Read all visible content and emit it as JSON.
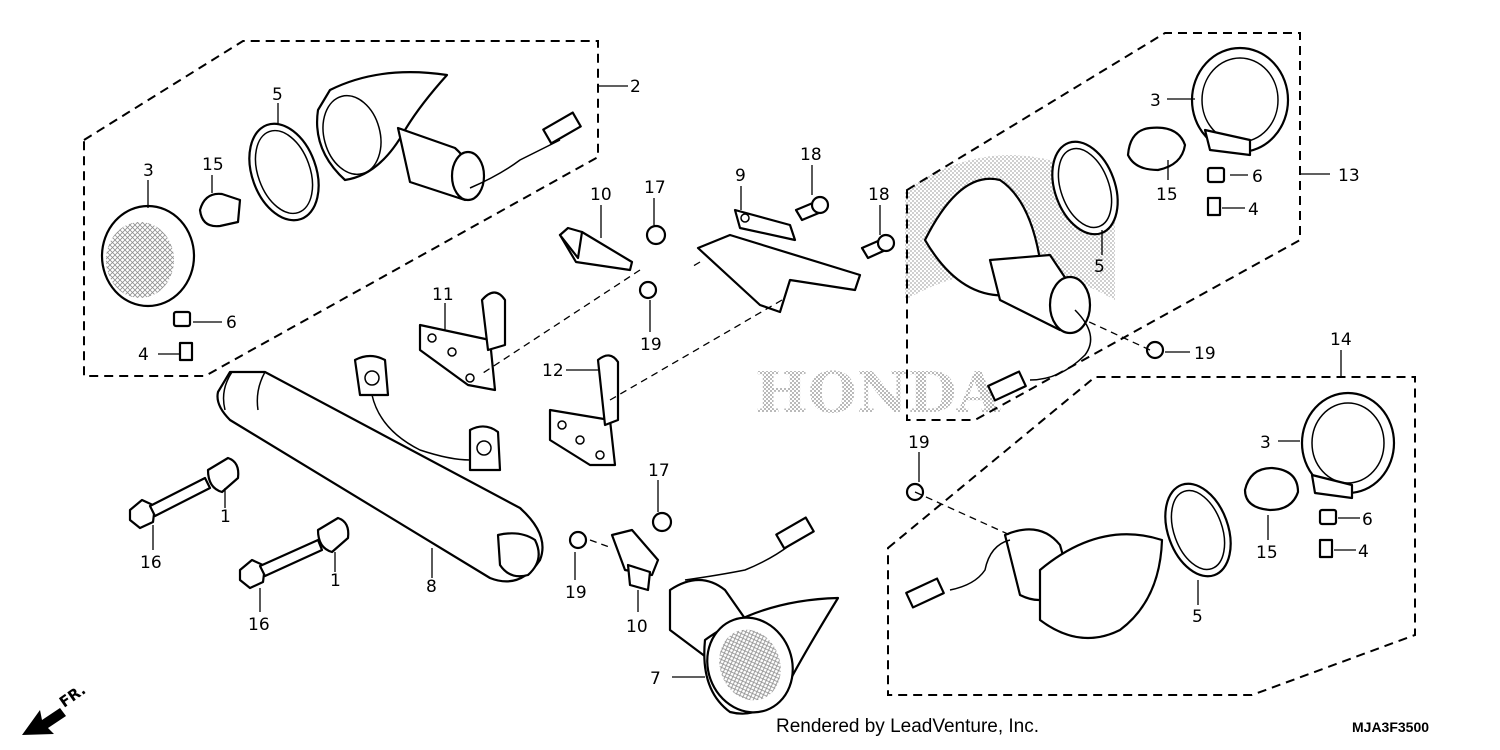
{
  "watermark": "HONDA",
  "footer": "Rendered by LeadVenture, Inc.",
  "diagram_code": "MJA3F3500",
  "direction": "FR.",
  "callouts": {
    "c1a": "1",
    "c1b": "1",
    "c2": "2",
    "c3a": "3",
    "c3b": "3",
    "c3c": "3",
    "c4a": "4",
    "c4b": "4",
    "c4c": "4",
    "c5a": "5",
    "c5b": "5",
    "c5c": "5",
    "c6a": "6",
    "c6b": "6",
    "c6c": "6",
    "c7": "7",
    "c8": "8",
    "c9": "9",
    "c10a": "10",
    "c10b": "10",
    "c11": "11",
    "c12": "12",
    "c13": "13",
    "c14": "14",
    "c15a": "15",
    "c15b": "15",
    "c15c": "15",
    "c16a": "16",
    "c16b": "16",
    "c17a": "17",
    "c17b": "17",
    "c18a": "18",
    "c18b": "18",
    "c19a": "19",
    "c19b": "19",
    "c19c": "19",
    "c19d": "19"
  }
}
